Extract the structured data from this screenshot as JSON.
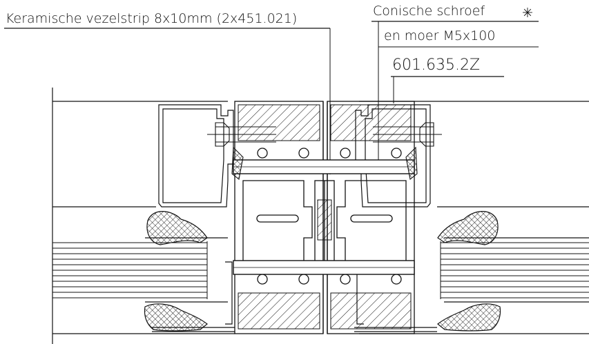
{
  "labels": {
    "strip": "Keramische vezelstrip 8x10mm (2x451.021)",
    "screw_line1": "Conische schroef",
    "screw_marker": "✳",
    "screw_line2": "en moer M5x100",
    "article": "601.635.2Z"
  }
}
